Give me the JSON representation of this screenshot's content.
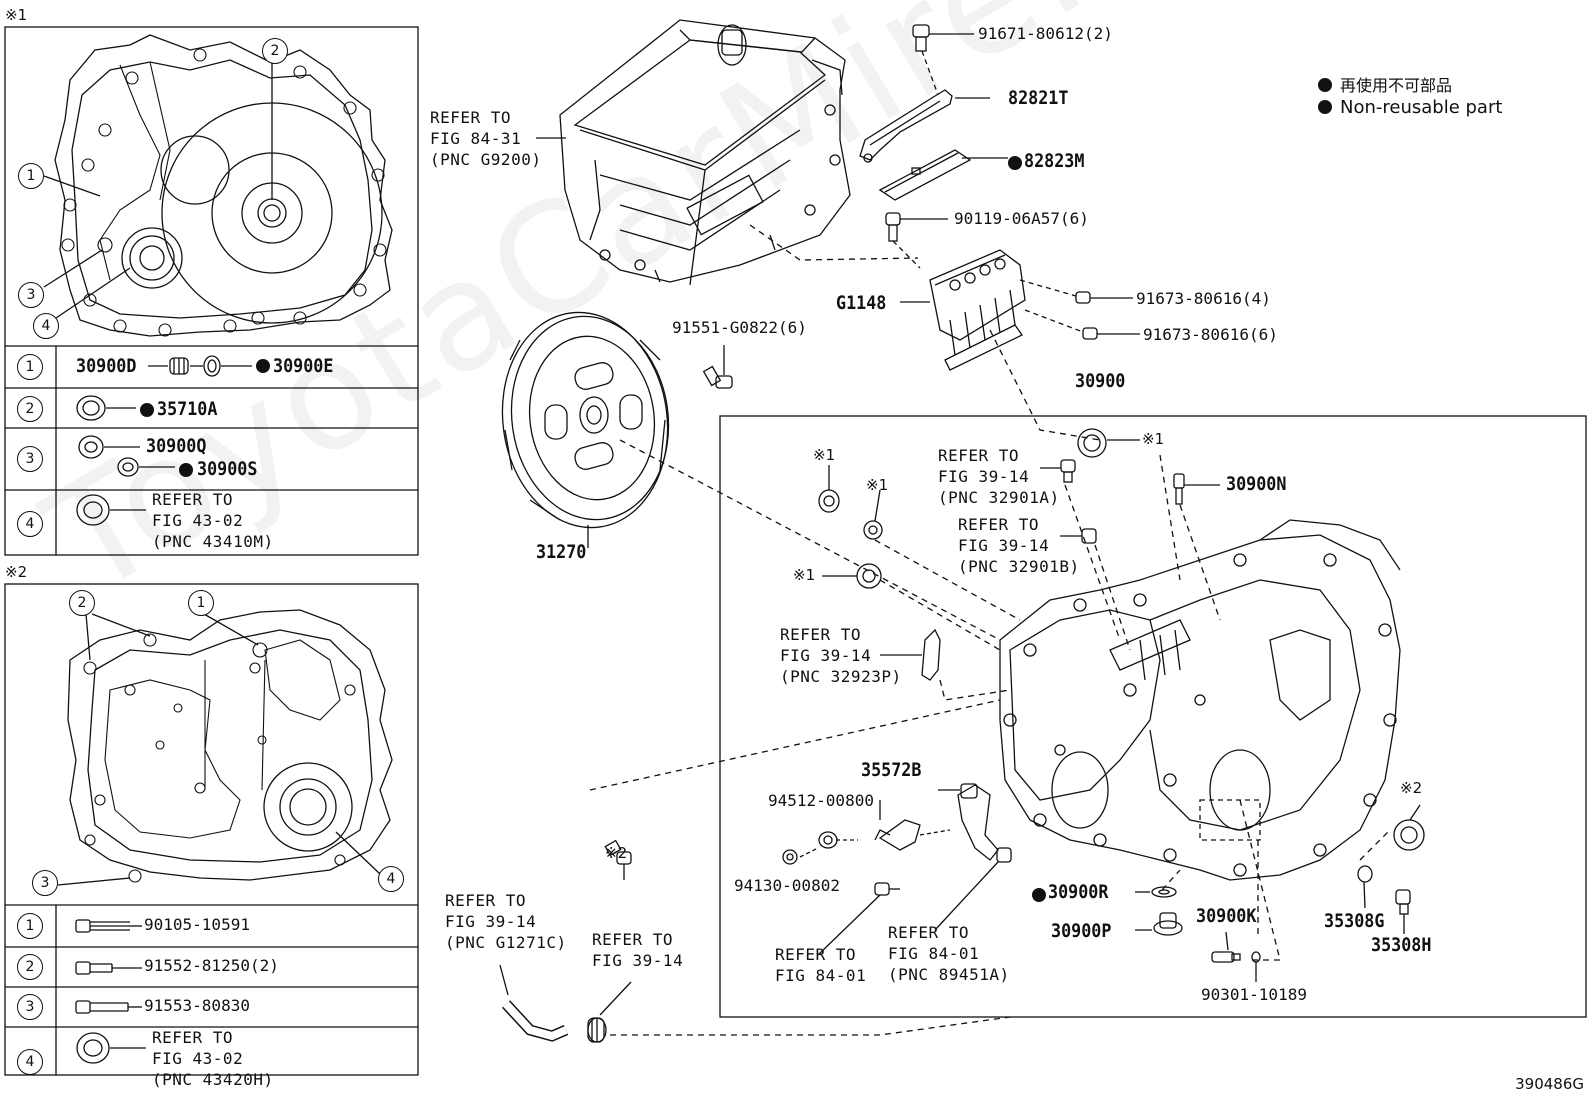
{
  "panel1": {
    "marker": "※1",
    "callouts": [
      "1",
      "2",
      "3",
      "4"
    ],
    "rows": [
      {
        "num": "1",
        "part_a": "30900D",
        "part_b": "30900E",
        "b_non_reusable": true
      },
      {
        "num": "2",
        "part_a": "35710A",
        "a_non_reusable": true
      },
      {
        "num": "3",
        "part_a": "30900Q",
        "part_b": "30900S",
        "b_non_reusable": true
      },
      {
        "num": "4",
        "ref_lines": [
          "REFER TO",
          "FIG 43-02",
          "(PNC 43410M)"
        ]
      }
    ]
  },
  "panel2": {
    "marker": "※2",
    "callouts": [
      "1",
      "2",
      "3",
      "4"
    ],
    "rows": [
      {
        "num": "1",
        "part": "90105-10591"
      },
      {
        "num": "2",
        "part": "91552-81250(2)"
      },
      {
        "num": "3",
        "part": "91553-80830"
      },
      {
        "num": "4",
        "ref_lines": [
          "REFER TO",
          "FIG 43-02",
          "(PNC 43420H)"
        ]
      }
    ]
  },
  "legend": {
    "jp": "再使用不可部品",
    "en": "Non-reusable part"
  },
  "parts": {
    "p91671": "91671-80612(2)",
    "p82821T": "82821T",
    "p82823M": "82823M",
    "p90119": "90119-06A57(6)",
    "pG1148": "G1148",
    "p91673a": "91673-80616(4)",
    "p91673b": "91673-80616(6)",
    "p91551": "91551-G0822(6)",
    "p30900": "30900",
    "p31270": "31270",
    "p30900N": "30900N",
    "p35572B": "35572B",
    "p94512": "94512-00800",
    "p94130": "94130-00802",
    "p30900R": "30900R",
    "p30900P": "30900P",
    "p30900K": "30900K",
    "p90301": "90301-10189",
    "p35308G": "35308G",
    "p35308H": "35308H"
  },
  "refs": {
    "r8431": [
      "REFER TO",
      "FIG 84-31",
      "(PNC G9200)"
    ],
    "r32901A": [
      "REFER TO",
      "FIG 39-14",
      "(PNC 32901A)"
    ],
    "r32901B": [
      "REFER TO",
      "FIG 39-14",
      "(PNC 32901B)"
    ],
    "r32923P": [
      "REFER TO",
      "FIG 39-14",
      "(PNC 32923P)"
    ],
    "rG1271C": [
      "REFER TO",
      "FIG 39-14",
      "(PNC G1271C)"
    ],
    "r3914": [
      "REFER TO",
      "FIG 39-14"
    ],
    "r8401a": [
      "REFER TO",
      "FIG 84-01"
    ],
    "r8401b": [
      "REFER TO",
      "FIG 84-01",
      "(PNC 89451A)"
    ]
  },
  "markers": {
    "m1": "※1",
    "m2": "※2"
  },
  "watermark": "ToyotaCarMire.ru",
  "figure_id": "390486G"
}
